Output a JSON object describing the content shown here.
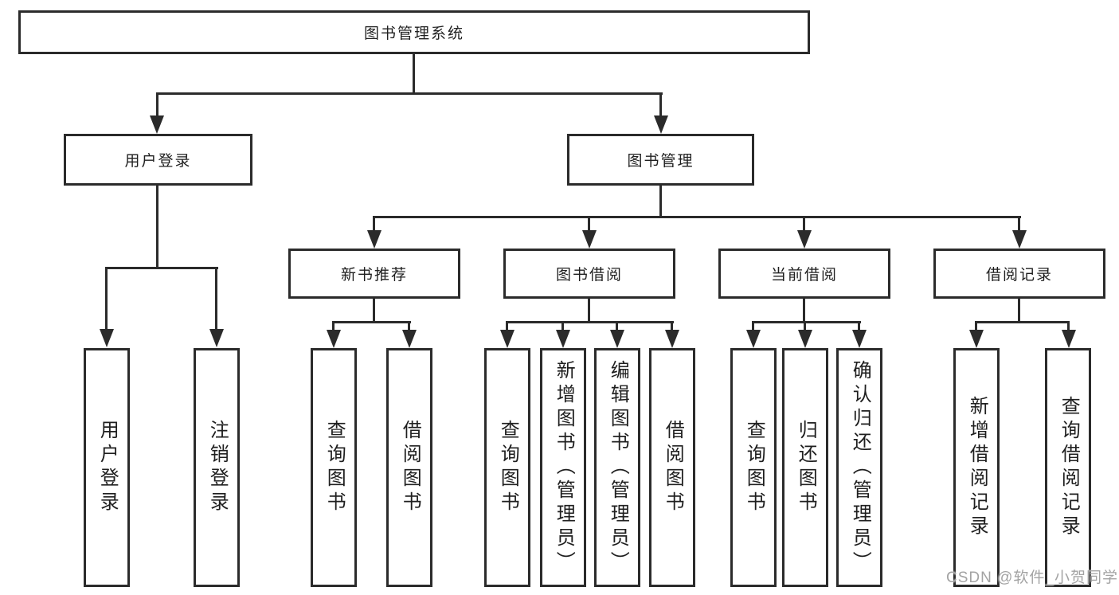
{
  "root": {
    "label": "图书管理系统"
  },
  "level1": {
    "user_login": {
      "label": "用户登录"
    },
    "book_mgmt": {
      "label": "图书管理"
    }
  },
  "level2": {
    "new_books": {
      "label": "新书推荐"
    },
    "borrowing": {
      "label": "图书借阅"
    },
    "current": {
      "label": "当前借阅"
    },
    "records": {
      "label": "借阅记录"
    }
  },
  "leaves": {
    "login": {
      "label": "用户登录"
    },
    "logout": {
      "label": "注销登录"
    },
    "nb_query": {
      "label": "查询图书"
    },
    "nb_borrow": {
      "label": "借阅图书"
    },
    "bw_query": {
      "label": "查询图书"
    },
    "bw_add": {
      "label": "新增图书（管理员）"
    },
    "bw_edit": {
      "label": "编辑图书（管理员）"
    },
    "bw_borrow": {
      "label": "借阅图书"
    },
    "cur_query": {
      "label": "查询图书"
    },
    "cur_return": {
      "label": "归还图书"
    },
    "cur_confirm": {
      "label": "确认归还（管理员）"
    },
    "rec_add": {
      "label": "新增借阅记录"
    },
    "rec_query": {
      "label": "查询借阅记录"
    }
  },
  "watermark": {
    "text": "CSDN @软件_小贺同学"
  },
  "colors": {
    "line": "#2b2b2b",
    "text": "#1f1f1f",
    "watermark": "#a3a3a3",
    "background": "#ffffff"
  }
}
